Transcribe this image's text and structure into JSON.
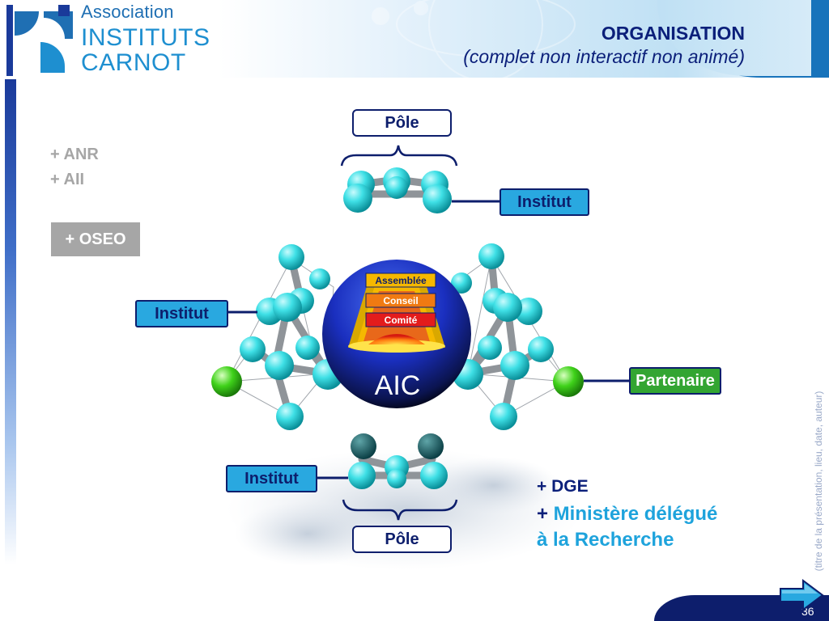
{
  "header": {
    "logo": {
      "line1": "Association",
      "line2": "INSTITUTS",
      "line3": "CARNOT"
    },
    "title": "ORGANISATION",
    "subtitle": "(complet non interactif non animé)"
  },
  "side_notes": {
    "items": [
      "+ ANR",
      "+ AII"
    ],
    "highlight": "+ OSEO"
  },
  "diagram": {
    "top_pole": "Pôle",
    "top_institut": "Institut",
    "left_institut": "Institut",
    "bottom_institut": "Institut",
    "bottom_pole": "Pôle",
    "partenaire": "Partenaire",
    "core": {
      "label": "AIC",
      "layers": [
        "Assemblée",
        "Conseil",
        "Comité"
      ]
    }
  },
  "extra_notes": {
    "dge": "+ DGE",
    "min_plus": "+",
    "min_line1": " Ministère délégué",
    "min_line2": "à la Recherche"
  },
  "footer": {
    "vertical_text": "(titre de la présentation, lieu, date, auteur)",
    "page_number": "36"
  },
  "colors": {
    "navy": "#0d1e6c",
    "institut_blue": "#29a8e0",
    "partner_green": "#33a532",
    "atom_cyan": "#3fe0e6",
    "assemblee": "#f5b800",
    "conseil": "#f07a12",
    "comite": "#e31c1c"
  },
  "icons": {
    "next_slide": "arrow-right-icon",
    "logo": "instituts-carnot-logo"
  }
}
